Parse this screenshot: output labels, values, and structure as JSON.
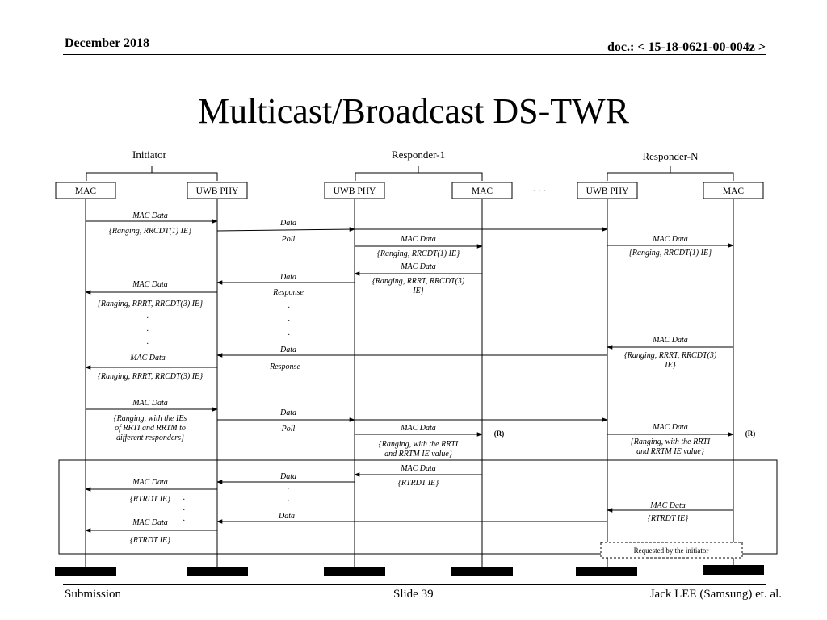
{
  "header": {
    "date": "December 2018",
    "doc_prefix": "doc.:",
    "doc_number": "< 15-18-0621-00-004z >"
  },
  "slide_title": "Multicast/Broadcast DS-TWR",
  "diagram": {
    "groups": {
      "initiator": "Initiator",
      "responder1": "Responder-1",
      "responderN": "Responder-N"
    },
    "boxes": {
      "init_mac": "MAC",
      "init_phy": "UWB PHY",
      "r1_phy": "UWB PHY",
      "r1_mac": "MAC",
      "ellipsis": "· · ·",
      "rn_phy": "UWB PHY",
      "rn_mac": "MAC"
    },
    "labels": {
      "mac_data": "MAC Data",
      "data": "Data",
      "poll": "Poll",
      "response": "Response",
      "dot": ".",
      "r": "(R)",
      "ranging_rrcdt1": "{Ranging, RRCDT(1) IE}",
      "ranging_rrrt_rrcdt3": "{Ranging, RRRT, RRCDT(3) IE}",
      "ranging_rrrt_rrcdt3_l1": "{Ranging, RRRT, RRCDT(3)",
      "ranging_rrrt_rrcdt3_l2": "IE}",
      "ranging_ies_l1": "{Ranging, with the IEs",
      "ranging_ies_l2": "of RRTI and RRTM to",
      "ranging_ies_l3": "different responders}",
      "ranging_rrti_l1": "{Ranging, with the RRTI",
      "ranging_rrti_l2": "and RRTM IE value}",
      "rtrdt": "{RTRDT IE}",
      "requested": "Requested by the initiator"
    }
  },
  "footer": {
    "left": "Submission",
    "center": "Slide 39",
    "right": "Jack LEE (Samsung) et. al."
  }
}
